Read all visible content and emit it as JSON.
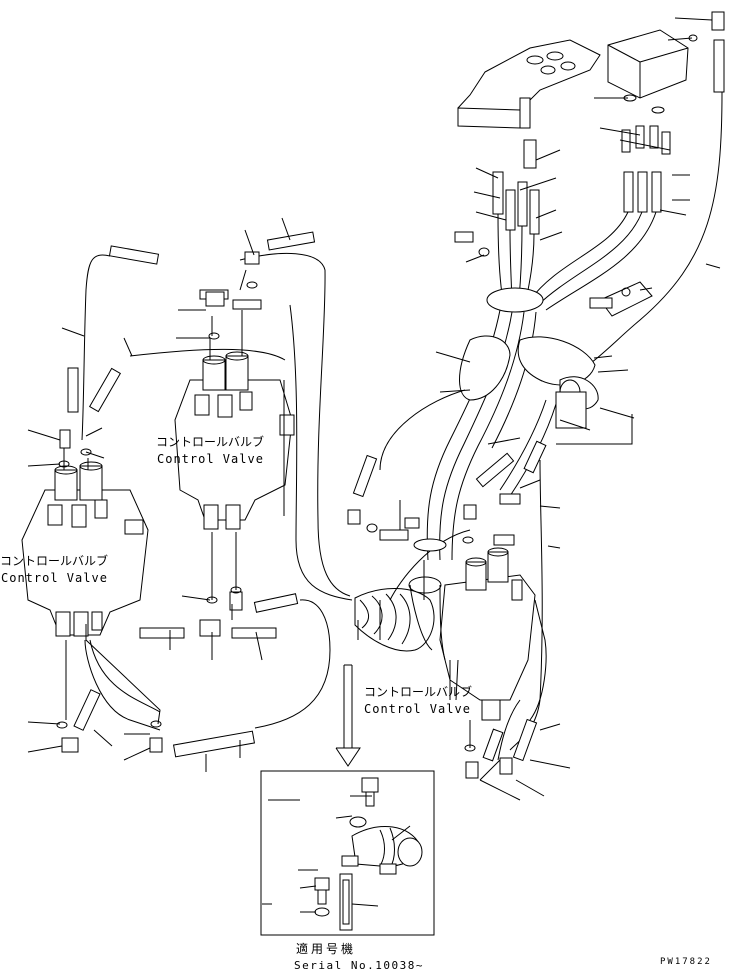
{
  "labels": {
    "control_valve_jp": "コントロールバルブ",
    "control_valve_en": "Control Valve"
  },
  "inset": {
    "caption_jp": "適用号機",
    "caption_serial": "Serial No.10038~"
  },
  "drawing_code": "PW17822"
}
